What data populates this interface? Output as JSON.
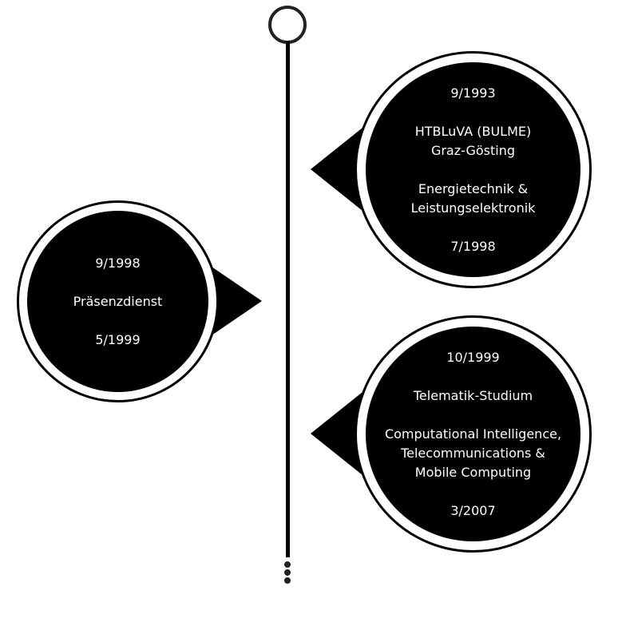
{
  "events": [
    {
      "start": "9/1993",
      "title": [
        "HTBLuVA (BULME)",
        "Graz-Gösting"
      ],
      "detail": [
        "Energietechnik &",
        "Leistungselektronik"
      ],
      "end": "7/1998"
    },
    {
      "start": "9/1998",
      "title": [
        "Präsenzdienst"
      ],
      "end": "5/1999"
    },
    {
      "start": "10/1999",
      "title": [
        "Telematik-Studium"
      ],
      "detail": [
        "Computational Intelligence,",
        "Telecommunications &",
        "Mobile Computing"
      ],
      "end": "3/2007"
    }
  ]
}
